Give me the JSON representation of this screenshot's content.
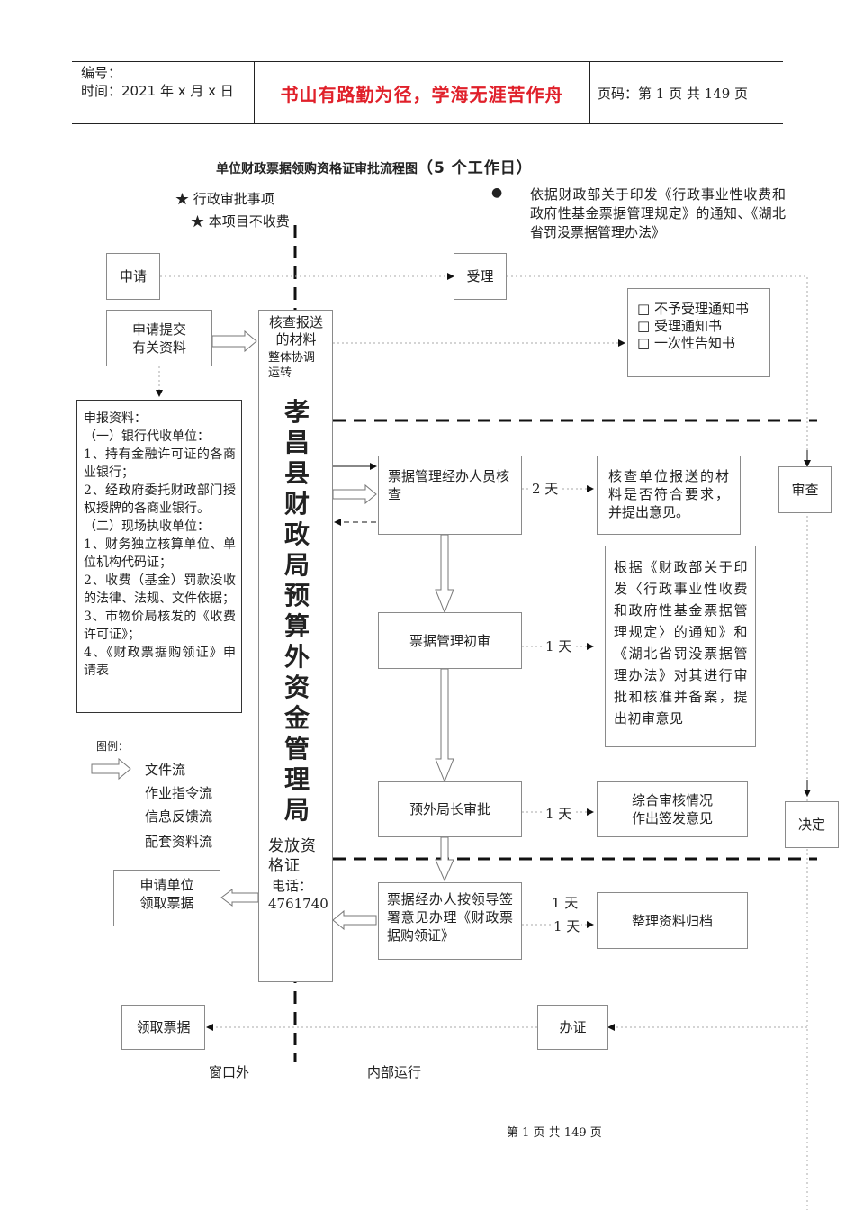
{
  "header": {
    "number_label": "编号：",
    "date_line": "时间：2021 年 x 月 x 日",
    "motto": "书山有路勤为径，学海无涯苦作舟",
    "page_info": "页码：第 1 页  共 149 页"
  },
  "title": {
    "main": "单位财政票据领购资格证审批流程图",
    "suffix": "（5 个工作日）"
  },
  "notes": {
    "star1": "★  行政审批事项",
    "star2": "★  本项目不收费",
    "basis_bullet": "●",
    "basis_text": "依据财政部关于印发《行政事业性收费和政府性基金票据管理规定》的通知、《湖北省罚没票据管理办法》"
  },
  "nodes": {
    "apply": "申请",
    "accept": "受理",
    "submit_materials": "申请提交\n有关资料",
    "check_materials": "核查报送的材料",
    "coordinate": "整体协调运转",
    "notices": [
      "□  不予受理通知书",
      "□  受理通知书",
      "□  一次性告知书"
    ],
    "declare_materials": {
      "title": "申报资料：",
      "lines": [
        "（一）银行代收单位：",
        "1、持有金融许可证的各商业银行；",
        "2、经政府委托财政部门授权授牌的各商业银行。",
        "（二）现场执收单位：",
        "1、财务独立核算单位、单位机构代码证；",
        "2、收费（基金）罚款没收的法律、法规、文件依据；",
        "3、市物价局核发的《收费许可证》；",
        "4、《财政票据购领证》申请表"
      ]
    },
    "agency_name": "孝昌县财政局预算外资金管理局",
    "issue_cert": "发放资格证",
    "phone_label": "电话：",
    "phone": "4761740",
    "step1": "票据管理经办人员核查",
    "step1_days": "2 天",
    "step1_note": "核查单位报送的材料是否符合要求，并提出意见。",
    "step2": "票据管理初审",
    "step2_days": "1 天",
    "step2_note": "根据《财政部关于印发〈行政事业性收费和政府性基金票据管理规定〉的通知》和《湖北省罚没票据管理办法》对其进行审批和核准并备案，提出初审意见",
    "step3": "预外局长审批",
    "step3_days": "1 天",
    "step3_note": "综合审核情况\n作出签发意见",
    "step4": "票据经办人按领导签署意见办理《财政票据购领证》",
    "step4_days_a": "1 天",
    "step4_days_b": "1 天",
    "step4_note": "整理资料归档",
    "collect_by_unit": "申请单位\n领取票据",
    "review": "审查",
    "decide": "决定",
    "issue": "办证",
    "receive_tickets": "领取票据"
  },
  "legend": {
    "title": "图例：",
    "items": [
      "文件流",
      "作业指令流",
      "信息反馈流",
      "配套资料流"
    ]
  },
  "zones": {
    "outside": "窗口外",
    "inside": "内部运行"
  },
  "footer": {
    "page": "第  1  页  共  149  页"
  },
  "colors": {
    "motto": "#e0202a",
    "border": "#8a8a8a",
    "dashed": "#111111"
  }
}
